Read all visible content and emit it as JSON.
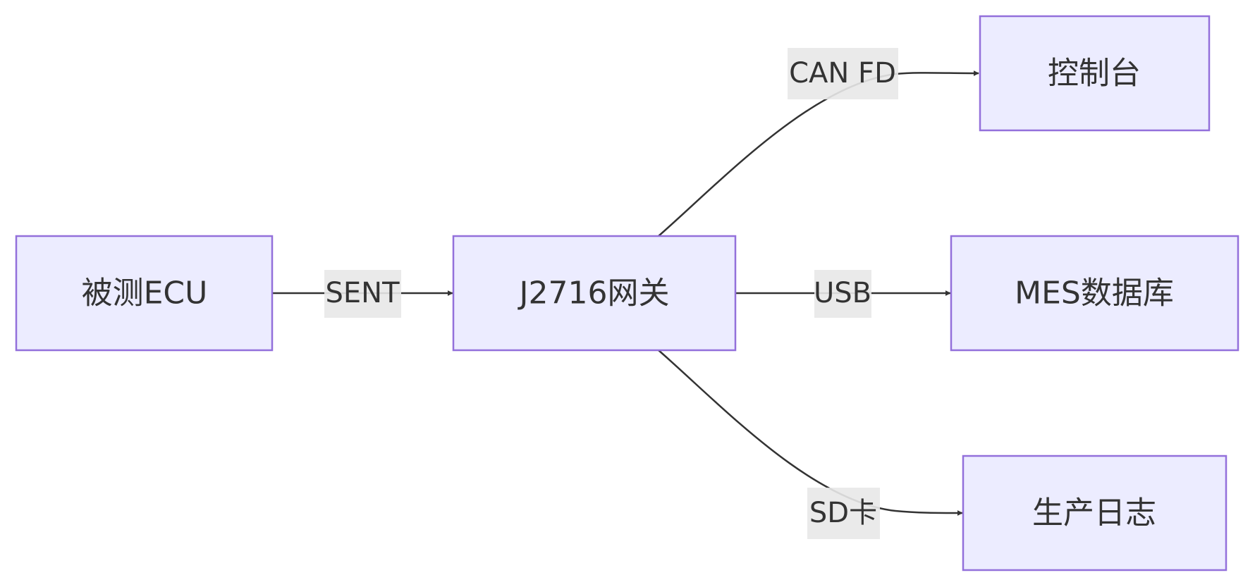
{
  "nodes": {
    "ecu": {
      "label": "被测ECU"
    },
    "gateway": {
      "label": "J2716网关"
    },
    "console": {
      "label": "控制台"
    },
    "mes": {
      "label": "MES数据库"
    },
    "log": {
      "label": "生产日志"
    }
  },
  "edges": {
    "sent": {
      "label": "SENT"
    },
    "canfd": {
      "label": "CAN FD"
    },
    "usb": {
      "label": "USB"
    },
    "sd": {
      "label": "SD卡"
    }
  },
  "colors": {
    "node_fill": "#ececff",
    "node_stroke": "#9370db",
    "edge": "#333333",
    "edge_label_bg": "#e8e8e8",
    "text": "#333333"
  }
}
